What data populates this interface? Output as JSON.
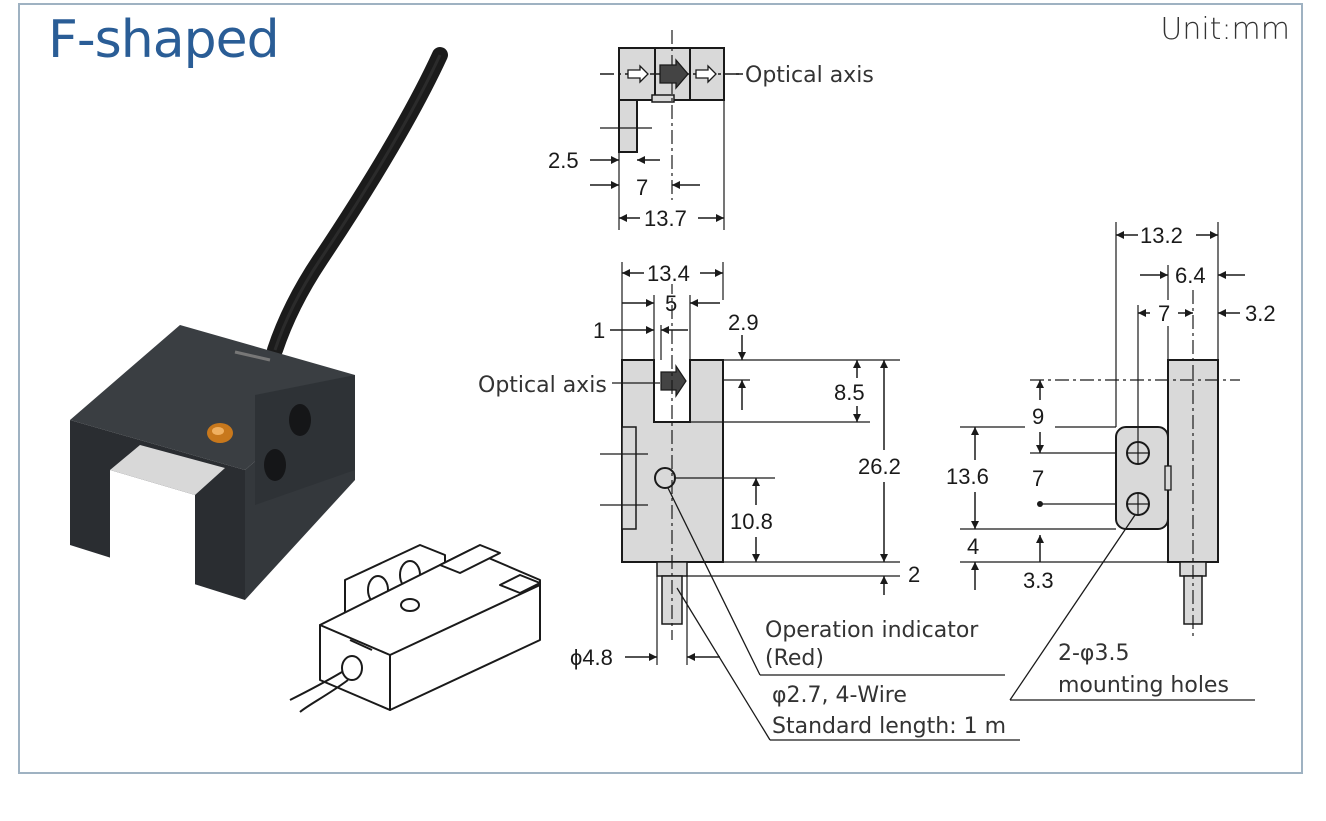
{
  "title": "F-shaped",
  "unit": "Unit:mm",
  "colors": {
    "title": "#2a5d96",
    "frame": "#9fb2c2",
    "body_fill": "#d9d9d9",
    "line": "#1a1a1a"
  },
  "labels": {
    "optical_axis_top": "Optical axis",
    "optical_axis_front": "Optical axis",
    "operation_indicator_1": "Operation indicator",
    "operation_indicator_2": "(Red)",
    "cable_1": "φ2.7, 4-Wire",
    "cable_2": "Standard length: 1 m",
    "mount_1": "2-φ3.5",
    "mount_2": "mounting holes"
  },
  "dims": {
    "d2_5": "2.5",
    "d7_top": "7",
    "d13_7": "13.7",
    "d13_4": "13.4",
    "d5": "5",
    "d1": "1",
    "d2_9": "2.9",
    "d8_5": "8.5",
    "d26_2": "26.2",
    "d10_8": "10.8",
    "d2": "2",
    "d4_8": "ϕ4.8",
    "d13_2": "13.2",
    "d6_4": "6.4",
    "d7_side": "7",
    "d3_2": "3.2",
    "d9": "9",
    "d13_6": "13.6",
    "d7_mid": "7",
    "d4": "4",
    "d3_3": "3.3"
  }
}
